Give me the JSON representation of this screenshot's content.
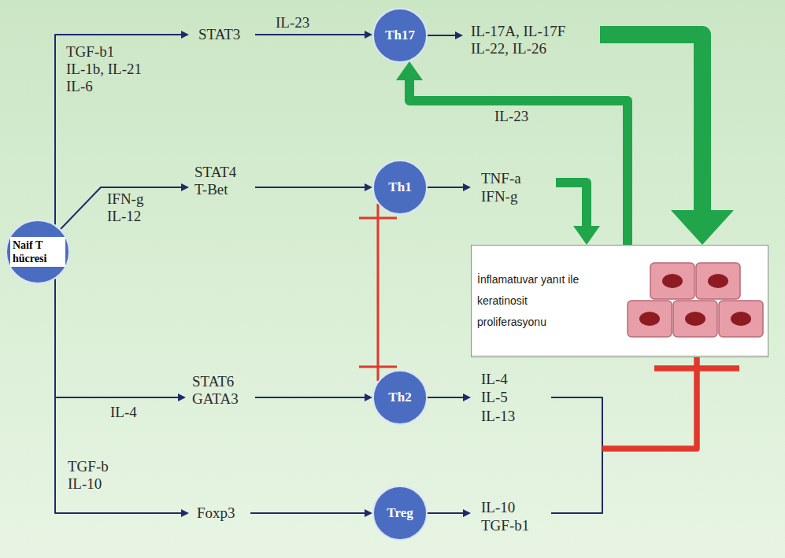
{
  "diagram": {
    "nodes": [
      {
        "text": [
          "Naif T hücresi"
        ]
      },
      {
        "text": [
          "Th17"
        ]
      },
      {
        "text": [
          "Th1"
        ]
      },
      {
        "text": [
          "İnflamatuvar yanıt ile keratinosit proliferasyonu"
        ]
      },
      {
        "text": [
          "Th2"
        ]
      },
      {
        "text": [
          "Treg"
        ]
      }
    ],
    "edges": [
      {
        "from": 0,
        "to": 1,
        "arrow": "to",
        "label": "IL-23"
      },
      {
        "from": 0,
        "to": 2,
        "arrow": "to"
      },
      {
        "from": 0,
        "to": 4,
        "arrow": "to"
      },
      {
        "from": 0,
        "to": 5,
        "arrow": "to"
      },
      {
        "from": 1,
        "to": 3,
        "arrow": "to"
      },
      {
        "from": 2,
        "to": 3,
        "arrow": "to"
      },
      {
        "from": 3,
        "to": 1,
        "arrow": "to",
        "label": "IL-23"
      },
      {
        "from": 2,
        "to": 4,
        "arrow": "both"
      },
      {
        "from": 4,
        "to": 3,
        "arrow": "to"
      },
      {
        "from": 5,
        "to": 3,
        "arrow": "to"
      }
    ],
    "labels": [
      "TGF-b1",
      "IL-1b, IL-21",
      "IL-6",
      "STAT3",
      "IFN-g",
      "IL-12",
      "STAT4",
      "T-Bet",
      "STAT6",
      "GATA3",
      "IL-4",
      "TGF-b",
      "IL-10",
      "Foxp3",
      "IL-17A, IL-17F",
      "IL-22, IL-26",
      "TNF-a",
      "IFN-g",
      "IL-4",
      "IL-5",
      "IL-13",
      "IL-10",
      "TGF-b1"
    ]
  }
}
